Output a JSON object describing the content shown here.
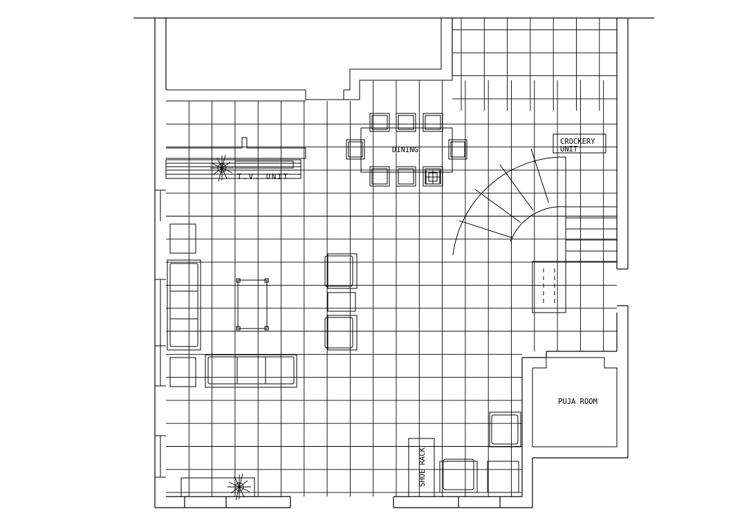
{
  "plan": {
    "labels": {
      "dining": "DINING",
      "crockery_line1": "CROCKERY",
      "crockery_line2": "UNIT",
      "tv_unit": "T.V. UNIT",
      "puja_room": "PUJA ROOM",
      "shoe_rack": "SHOE RACK"
    },
    "colors": {
      "line": "#000000",
      "background": "#ffffff"
    },
    "icons": [
      "plant-icon",
      "stair-arc"
    ]
  }
}
